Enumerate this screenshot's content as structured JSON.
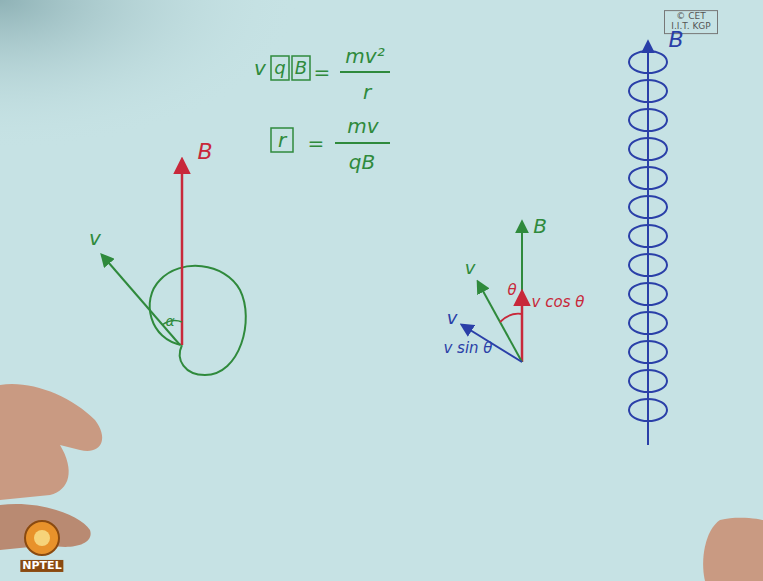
{
  "diagram": {
    "labels": [
      "© CET I.I.T. KGP",
      "v",
      "B",
      "α",
      "v",
      "q",
      "B",
      "=",
      "mv²",
      "r",
      "r",
      "=",
      "mv",
      "qB",
      "B",
      "v",
      "v cos θ",
      "θ",
      "v",
      "v sin θ",
      "B",
      "NPTEL"
    ]
  }
}
